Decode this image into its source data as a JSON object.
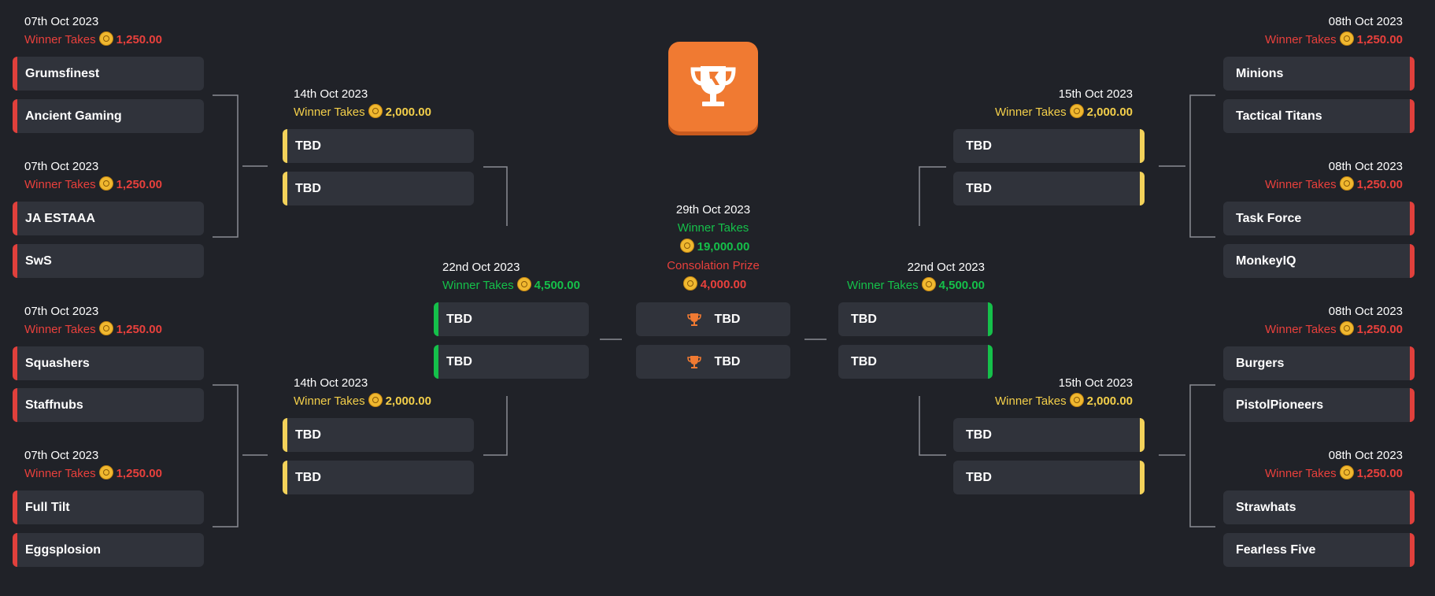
{
  "left_r1": [
    {
      "date": "07th Oct 2023",
      "prize_label": "Winner Takes",
      "prize": "1,250.00",
      "teams": [
        "Grumsfinest",
        "Ancient Gaming"
      ]
    },
    {
      "date": "07th Oct 2023",
      "prize_label": "Winner Takes",
      "prize": "1,250.00",
      "teams": [
        "JA ESTAAA",
        "SwS"
      ]
    },
    {
      "date": "07th Oct 2023",
      "prize_label": "Winner Takes",
      "prize": "1,250.00",
      "teams": [
        "Squashers",
        "Staffnubs"
      ]
    },
    {
      "date": "07th Oct 2023",
      "prize_label": "Winner Takes",
      "prize": "1,250.00",
      "teams": [
        "Full Tilt",
        "Eggsplosion"
      ]
    }
  ],
  "right_r1": [
    {
      "date": "08th Oct 2023",
      "prize_label": "Winner Takes",
      "prize": "1,250.00",
      "teams": [
        "Minions",
        "Tactical Titans"
      ]
    },
    {
      "date": "08th Oct 2023",
      "prize_label": "Winner Takes",
      "prize": "1,250.00",
      "teams": [
        "Task Force",
        "MonkeyIQ"
      ]
    },
    {
      "date": "08th Oct 2023",
      "prize_label": "Winner Takes",
      "prize": "1,250.00",
      "teams": [
        "Burgers",
        "PistolPioneers"
      ]
    },
    {
      "date": "08th Oct 2023",
      "prize_label": "Winner Takes",
      "prize": "1,250.00",
      "teams": [
        "Strawhats",
        "Fearless Five"
      ]
    }
  ],
  "left_r2": [
    {
      "date": "14th Oct 2023",
      "prize_label": "Winner Takes",
      "prize": "2,000.00",
      "teams": [
        "TBD",
        "TBD"
      ]
    },
    {
      "date": "14th Oct 2023",
      "prize_label": "Winner Takes",
      "prize": "2,000.00",
      "teams": [
        "TBD",
        "TBD"
      ]
    }
  ],
  "right_r2": [
    {
      "date": "15th Oct 2023",
      "prize_label": "Winner Takes",
      "prize": "2,000.00",
      "teams": [
        "TBD",
        "TBD"
      ]
    },
    {
      "date": "15th Oct 2023",
      "prize_label": "Winner Takes",
      "prize": "2,000.00",
      "teams": [
        "TBD",
        "TBD"
      ]
    }
  ],
  "left_semi": {
    "date": "22nd Oct 2023",
    "prize_label": "Winner Takes",
    "prize": "4,500.00",
    "teams": [
      "TBD",
      "TBD"
    ]
  },
  "right_semi": {
    "date": "22nd Oct 2023",
    "prize_label": "Winner Takes",
    "prize": "4,500.00",
    "teams": [
      "TBD",
      "TBD"
    ]
  },
  "final": {
    "date": "29th Oct 2023",
    "winner_label": "Winner Takes",
    "winner_prize": "19,000.00",
    "consolation_label": "Consolation Prize",
    "consolation_prize": "4,000.00",
    "teams": [
      "TBD",
      "TBD"
    ]
  },
  "icons": {
    "logo": "trophy-logo-icon",
    "coin": "coin-icon",
    "final_slot": "trophy-icon"
  },
  "colors": {
    "background": "#202228",
    "card": "#30333b",
    "round1": "#e0403c",
    "round2": "#f3d25a",
    "semi": "#15c04a",
    "final": "#f07a32",
    "connector": "#8a8d94"
  }
}
